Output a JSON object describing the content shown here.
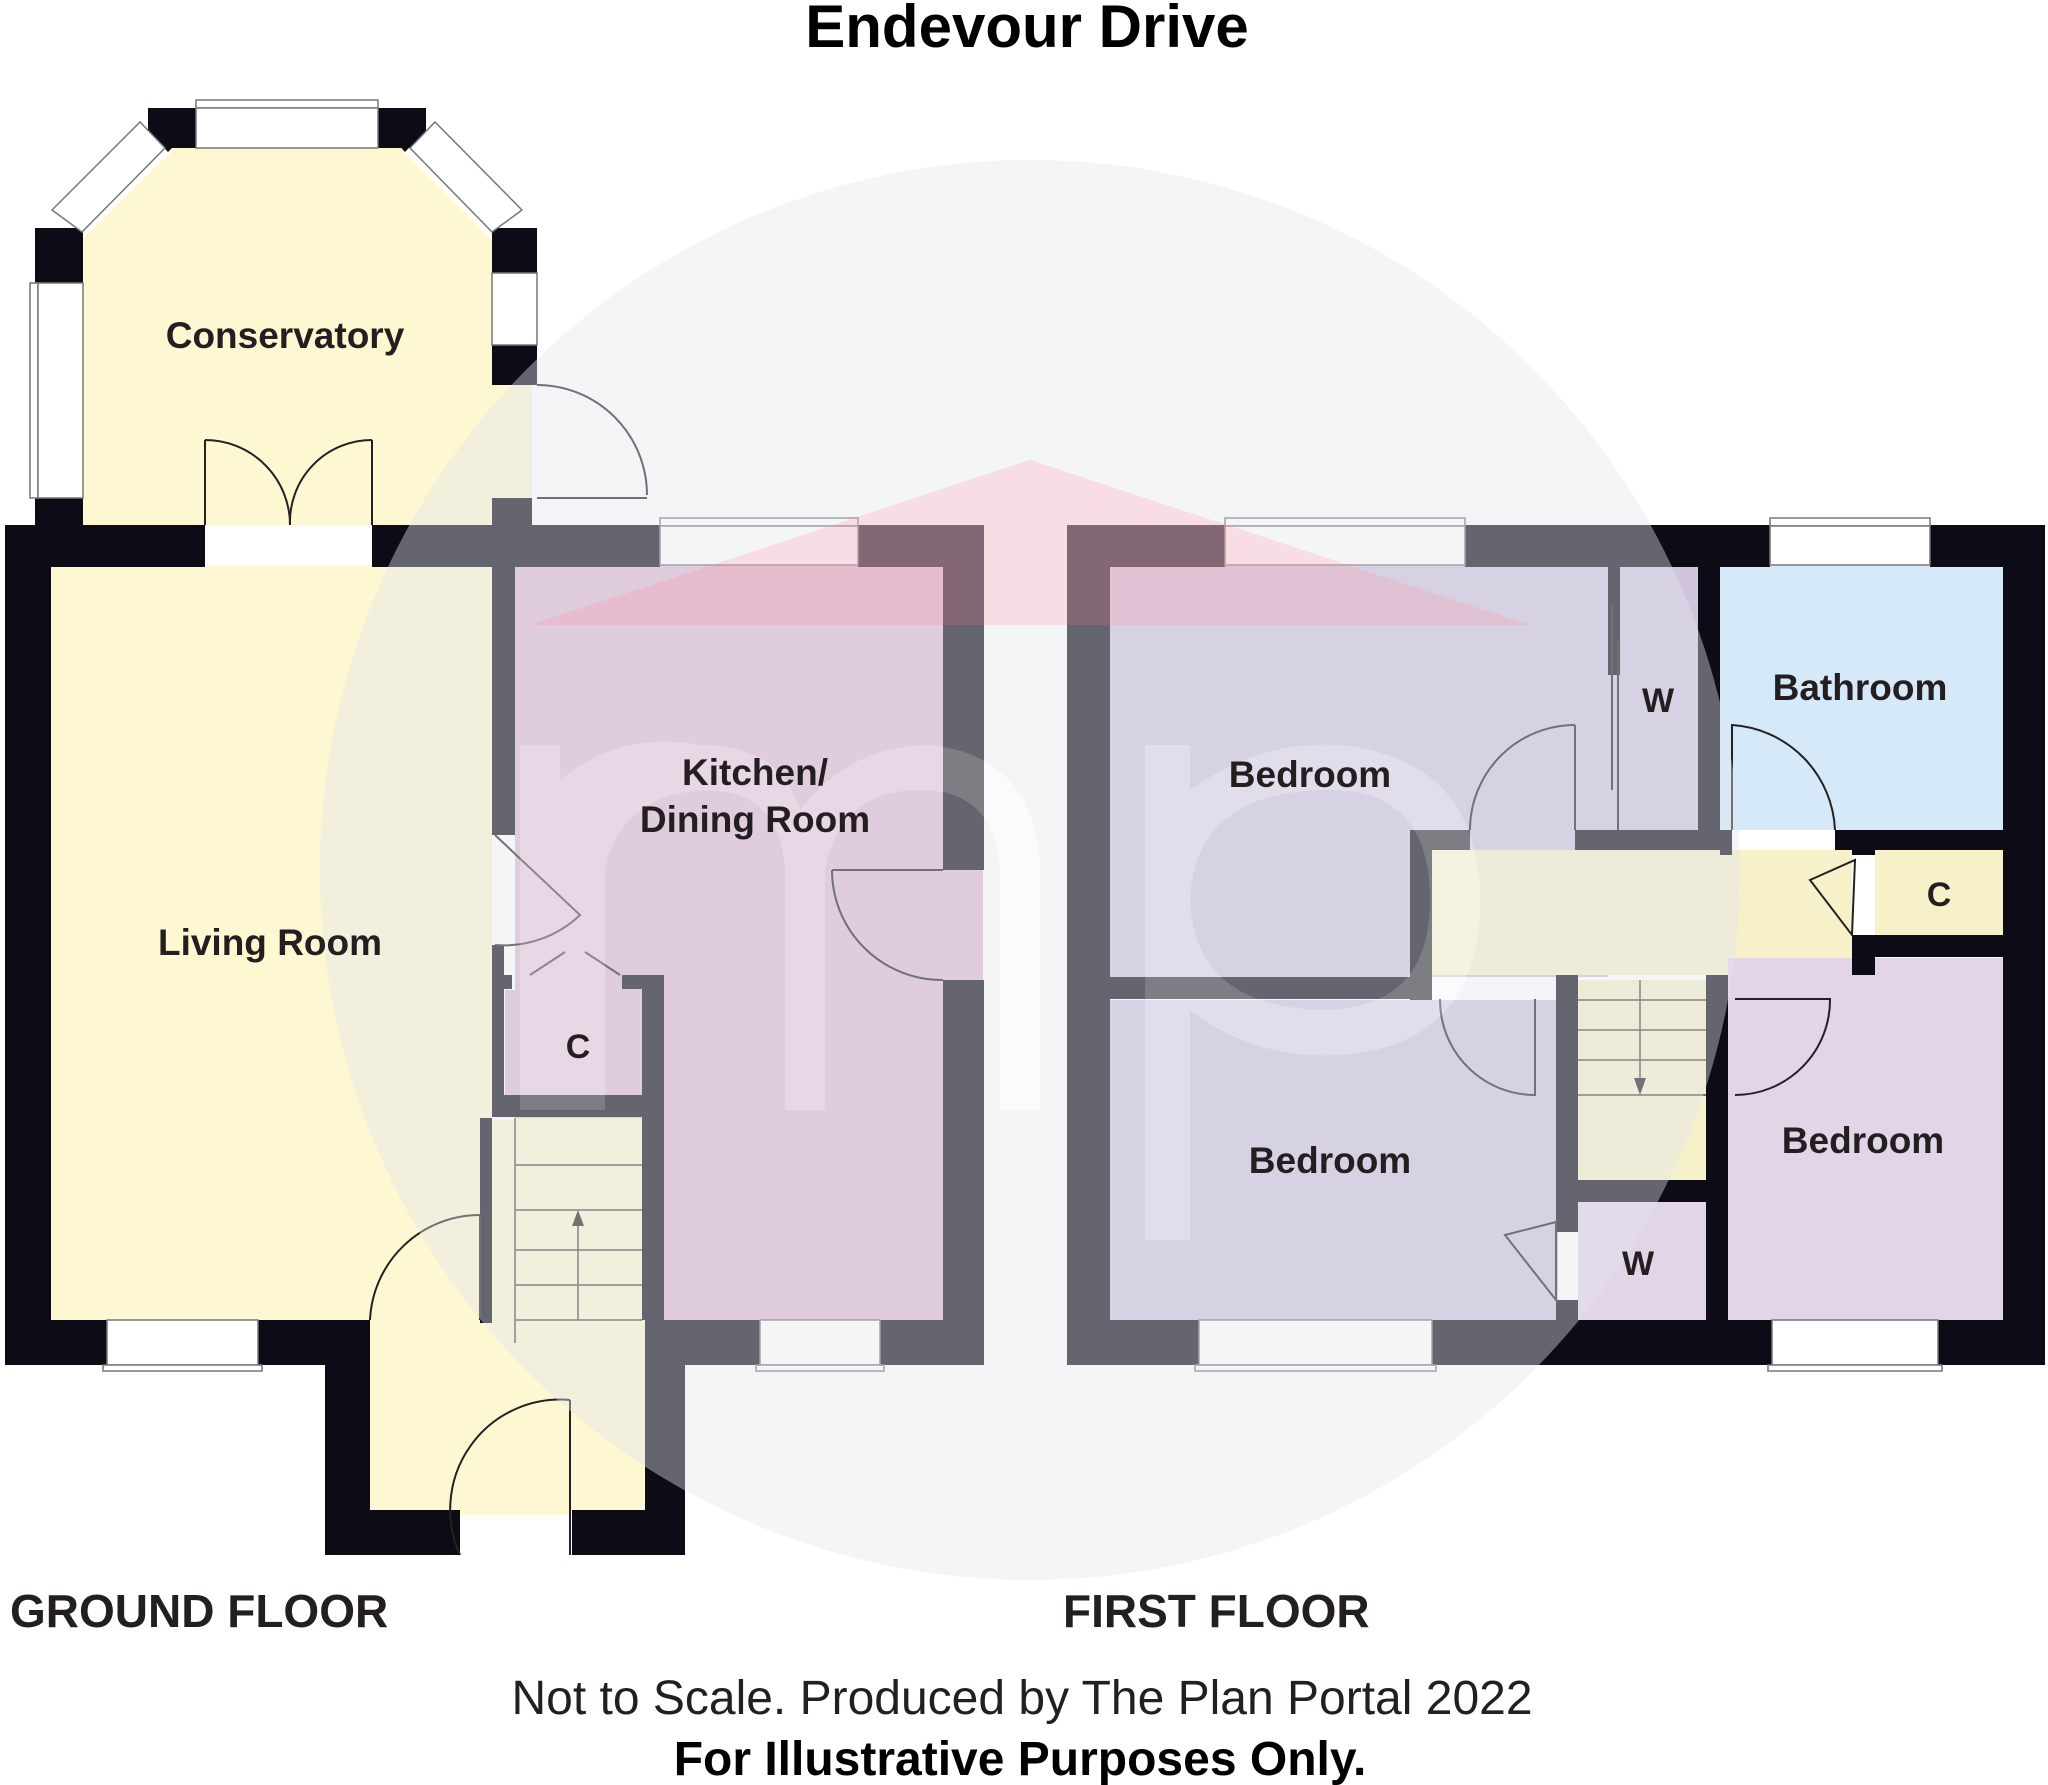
{
  "title": "Endevour Drive",
  "colors": {
    "wall": "#0c0b16",
    "yellow_room": "#fdf7d2",
    "pink_room": "#ddbbd3",
    "purple_room": "#d0c5dd",
    "lilac_room": "#e2d5e8",
    "blue_room": "#d6e9f9",
    "landing": "#f6f1c9",
    "watermark": "#e9ebf0",
    "watermark_arrow": "#f2b8c8"
  },
  "ground_floor": {
    "label": "GROUND FLOOR",
    "rooms": {
      "conservatory": "Conservatory",
      "living_room": "Living Room",
      "kitchen_line1": "Kitchen/",
      "kitchen_line2": "Dining Room",
      "cupboard": "C"
    }
  },
  "first_floor": {
    "label": "FIRST FLOOR",
    "rooms": {
      "bedroom_1": "Bedroom",
      "wardrobe_1": "W",
      "bathroom": "Bathroom",
      "cupboard": "C",
      "bedroom_2": "Bedroom",
      "wardrobe_2": "W",
      "bedroom_3": "Bedroom"
    }
  },
  "footer": {
    "line1": "Not to Scale. Produced by The Plan Portal 2022",
    "line2": "For Illustrative Purposes Only."
  },
  "watermark": {
    "logo_icon": "mp-logo-icon"
  }
}
